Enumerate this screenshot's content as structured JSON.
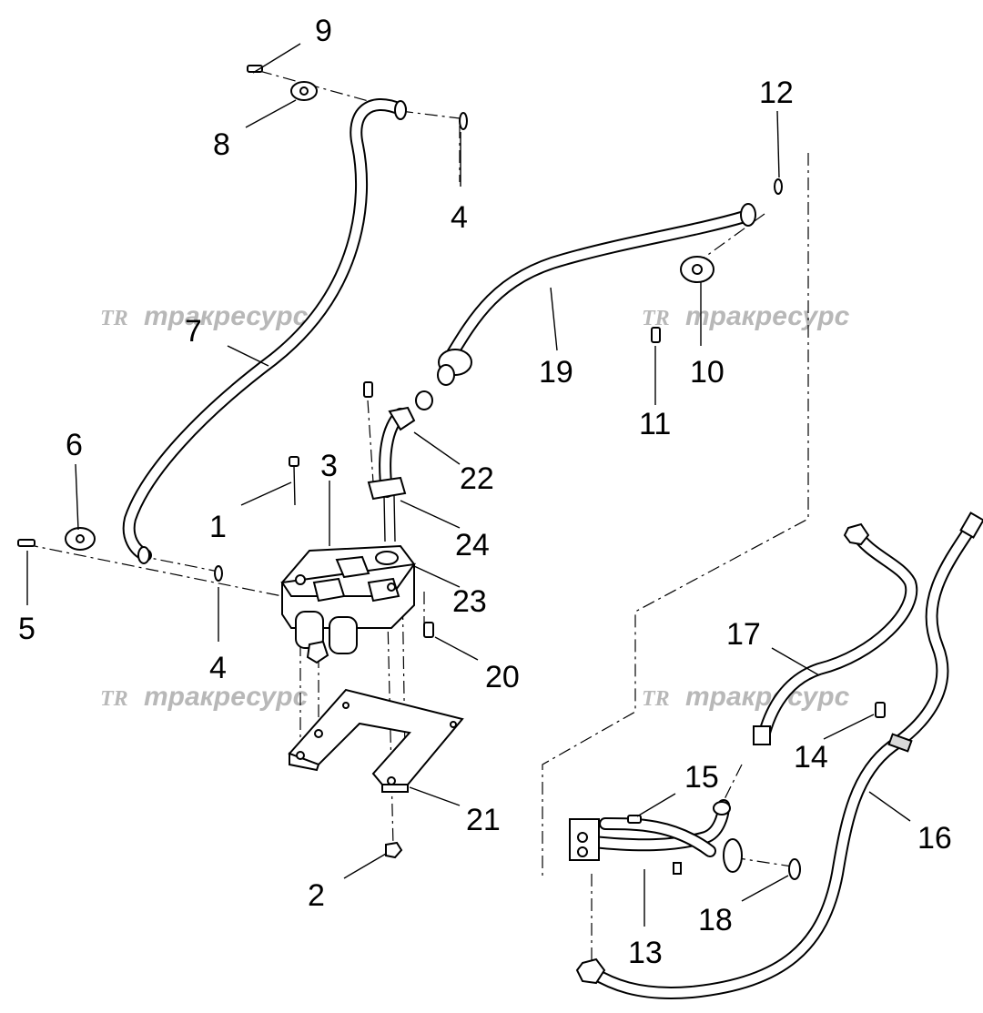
{
  "watermark": {
    "logo": "TR",
    "text": "тракресурс"
  },
  "callouts": {
    "c1": "1",
    "c2": "2",
    "c3": "3",
    "c4a": "4",
    "c4b": "4",
    "c5": "5",
    "c6": "6",
    "c7": "7",
    "c8": "8",
    "c9": "9",
    "c10": "10",
    "c11": "11",
    "c12": "12",
    "c13": "13",
    "c14": "14",
    "c15": "15",
    "c16": "16",
    "c17": "17",
    "c18": "18",
    "c19": "19",
    "c20": "20",
    "c21": "21",
    "c22": "22",
    "c23": "23",
    "c24": "24"
  }
}
